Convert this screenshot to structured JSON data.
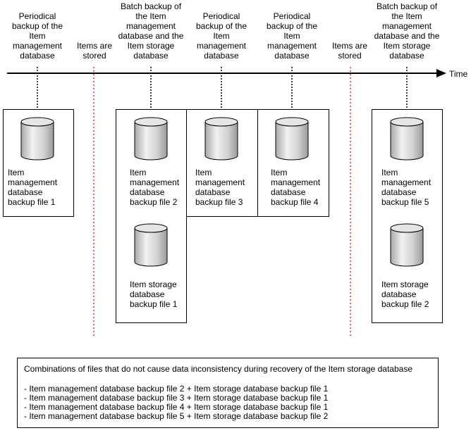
{
  "timeline": {
    "time_label": "Time",
    "events": [
      {
        "label": "Periodical\nbackup of the\nItem\nmanagement\ndatabase"
      },
      {
        "label": "Items are\nstored"
      },
      {
        "label": "Batch backup of\nthe Item\nmanagement\ndatabase and the\nItem storage\ndatabase"
      },
      {
        "label": "Periodical\nbackup of the\nItem\nmanagement\ndatabase"
      },
      {
        "label": "Periodical\nbackup of the\nItem\nmanagement\ndatabase"
      },
      {
        "label": "Items are\nstored"
      },
      {
        "label": "Batch backup of\nthe Item\nmanagement\ndatabase and the\nItem storage\ndatabase"
      }
    ]
  },
  "files": {
    "mgmt1": "Item\nmanagement\ndatabase\nbackup file 1",
    "mgmt2": "Item\nmanagement\ndatabase\nbackup file 2",
    "mgmt3": "Item\nmanagement\ndatabase\nbackup file 3",
    "mgmt4": "Item\nmanagement\ndatabase\nbackup file 4",
    "mgmt5": "Item\nmanagement\ndatabase\nbackup file 5",
    "storage1": "Item storage\ndatabase\nbackup file 1",
    "storage2": "Item storage\ndatabase\nbackup file 2"
  },
  "legend": {
    "title": "Combinations of files that do not cause data inconsistency during recovery of the Item storage database",
    "items": [
      "- Item management database backup file 2 + Item storage database backup file 1",
      "- Item management database backup file 3 + Item storage database backup file 1",
      "- Item management database backup file 4 + Item storage database backup file 1",
      "- Item management database backup file 5 + Item storage database backup file 2"
    ]
  }
}
